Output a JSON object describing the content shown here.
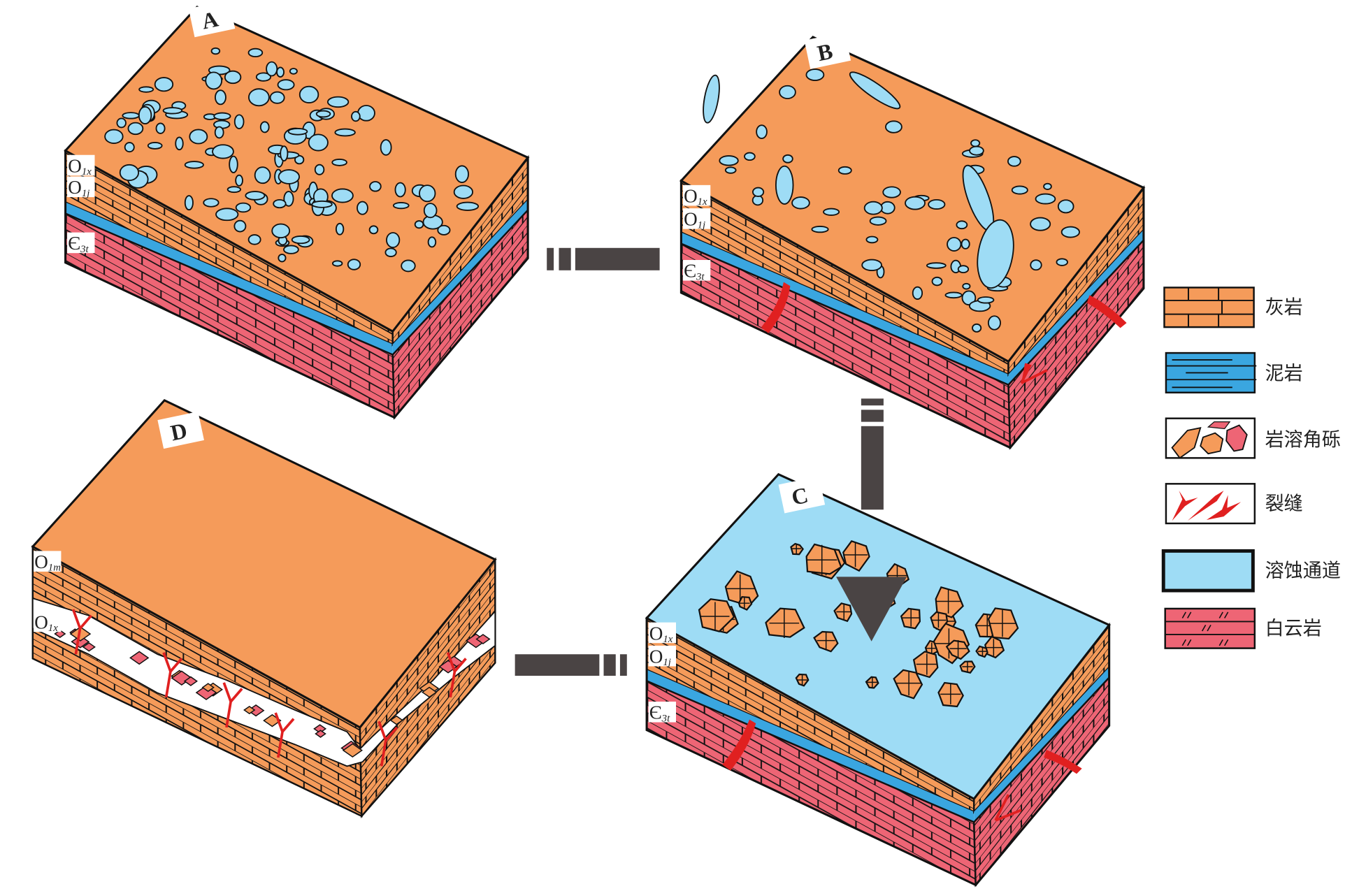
{
  "panels": [
    {
      "letter": "A",
      "strata": [
        {
          "main": "O",
          "sub": "1x"
        },
        {
          "main": "O",
          "sub": "1j"
        },
        {
          "main": "Є",
          "sub": "3t"
        }
      ]
    },
    {
      "letter": "B",
      "strata": [
        {
          "main": "O",
          "sub": "1x"
        },
        {
          "main": "O",
          "sub": "1j"
        },
        {
          "main": "Є",
          "sub": "3t"
        }
      ]
    },
    {
      "letter": "C",
      "strata": [
        {
          "main": "O",
          "sub": "1x"
        },
        {
          "main": "O",
          "sub": "1j"
        },
        {
          "main": "Є",
          "sub": "3t"
        }
      ]
    },
    {
      "letter": "D",
      "strata": [
        {
          "main": "O",
          "sub": "1m"
        },
        {
          "main": "O",
          "sub": "1x"
        }
      ]
    }
  ],
  "legend": [
    {
      "label": "灰岩",
      "icon": "limestone-swatch"
    },
    {
      "label": "泥岩",
      "icon": "mudstone-swatch"
    },
    {
      "label": "岩溶角砾",
      "icon": "karst-breccia-swatch"
    },
    {
      "label": "裂缝",
      "icon": "fracture-swatch"
    },
    {
      "label": "溶蚀通道",
      "icon": "dissolution-channel-swatch"
    },
    {
      "label": "白云岩",
      "icon": "dolomite-swatch"
    }
  ],
  "colors": {
    "limestone": "#f59b5a",
    "mudstone": "#3aa6e0",
    "channel": "#9edcf5",
    "dolomite": "#ee6575",
    "fracture": "#e02020",
    "arrow": "#4a4444"
  }
}
